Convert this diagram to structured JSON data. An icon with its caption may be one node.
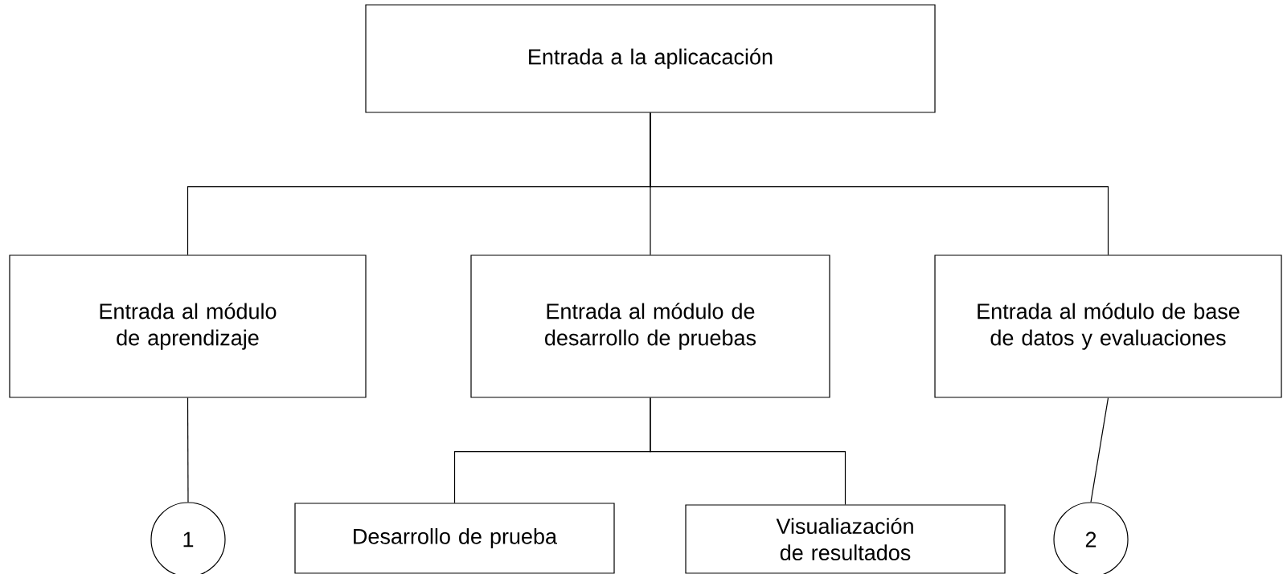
{
  "diagram": {
    "nodes": [
      {
        "text": [
          "Entrada a la aplicacación"
        ]
      },
      {
        "text": [
          "Entrada al módulo de aprendizaje"
        ]
      },
      {
        "text": [
          "Entrada al módulo de desarrollo de pruebas"
        ]
      },
      {
        "text": [
          "Entrada al módulo de base de datos y evaluaciones"
        ]
      },
      {
        "text": [
          "1"
        ]
      },
      {
        "text": [
          "Desarrollo de prueba"
        ]
      },
      {
        "text": [
          "Visualiazación de resultados"
        ]
      },
      {
        "text": [
          "2"
        ]
      }
    ],
    "edges": [
      {
        "from": 0,
        "to": 1,
        "arrow": "none"
      },
      {
        "from": 0,
        "to": 2,
        "arrow": "none"
      },
      {
        "from": 0,
        "to": 3,
        "arrow": "none"
      },
      {
        "from": 1,
        "to": 4,
        "arrow": "none"
      },
      {
        "from": 2,
        "to": 5,
        "arrow": "none"
      },
      {
        "from": 2,
        "to": 6,
        "arrow": "none"
      },
      {
        "from": 3,
        "to": 7,
        "arrow": "none"
      }
    ]
  }
}
